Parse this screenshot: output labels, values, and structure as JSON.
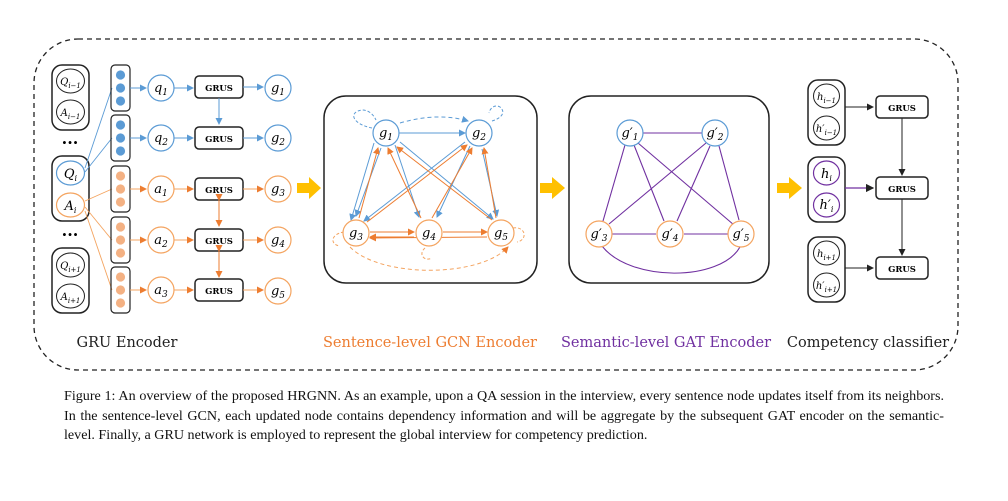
{
  "labels": {
    "gru_encoder": "GRU Encoder",
    "gcn_encoder": "Sentence-level GCN Encoder",
    "gat_encoder": "Semantic-level GAT Encoder",
    "classifier": "Competency classifier"
  },
  "gru_label": "GRUS",
  "ellipsis": "···",
  "inputs": {
    "q_prev": {
      "base": "Q",
      "sub": "i−1"
    },
    "a_prev": {
      "base": "A",
      "sub": "i−1"
    },
    "q_cur": {
      "base": "Q",
      "sub": "i"
    },
    "a_cur": {
      "base": "A",
      "sub": "i"
    },
    "q_next": {
      "base": "Q",
      "sub": "i+1"
    },
    "a_next": {
      "base": "A",
      "sub": "i+1"
    }
  },
  "tokens": [
    {
      "base": "q",
      "sub": "1"
    },
    {
      "base": "q",
      "sub": "2"
    },
    {
      "base": "a",
      "sub": "1"
    },
    {
      "base": "a",
      "sub": "2"
    },
    {
      "base": "a",
      "sub": "3"
    }
  ],
  "gru_outputs": [
    {
      "base": "g",
      "sub": "1"
    },
    {
      "base": "g",
      "sub": "2"
    },
    {
      "base": "g",
      "sub": "3"
    },
    {
      "base": "g",
      "sub": "4"
    },
    {
      "base": "g",
      "sub": "5"
    }
  ],
  "gcn_nodes": [
    {
      "base": "g",
      "sub": "1"
    },
    {
      "base": "g",
      "sub": "2"
    },
    {
      "base": "g",
      "sub": "3"
    },
    {
      "base": "g",
      "sub": "4"
    },
    {
      "base": "g",
      "sub": "5"
    }
  ],
  "gat_nodes": [
    {
      "base": "g′",
      "sub": "1"
    },
    {
      "base": "g′",
      "sub": "2"
    },
    {
      "base": "g′",
      "sub": "3"
    },
    {
      "base": "g′",
      "sub": "4"
    },
    {
      "base": "g′",
      "sub": "5"
    }
  ],
  "classifier_inputs": {
    "prev_h": {
      "base": "h",
      "sub": "i−1"
    },
    "prev_hp": {
      "base": "h′",
      "sub": "i−1"
    },
    "cur_h": {
      "base": "h",
      "sub": "i"
    },
    "cur_hp": {
      "base": "h′",
      "sub": "i"
    },
    "next_h": {
      "base": "h",
      "sub": "i+1"
    },
    "next_hp": {
      "base": "h′",
      "sub": "i+1"
    }
  },
  "caption": "Figure 1: An overview of the proposed HRGNN. As an example, upon a QA session in the interview, every sentence node updates itself from its neighbors. In the sentence-level GCN, each updated node contains dependency information and will be aggregate by the subsequent GAT encoder on the semantic-level. Finally, a GRU network is employed to represent the global interview for competency prediction.",
  "colors": {
    "blue": "#5b9bd5",
    "orange": "#f4a460",
    "orange_text": "#ed7d31",
    "purple": "#7030a0",
    "gold": "#ffc000",
    "dark": "#222222"
  }
}
